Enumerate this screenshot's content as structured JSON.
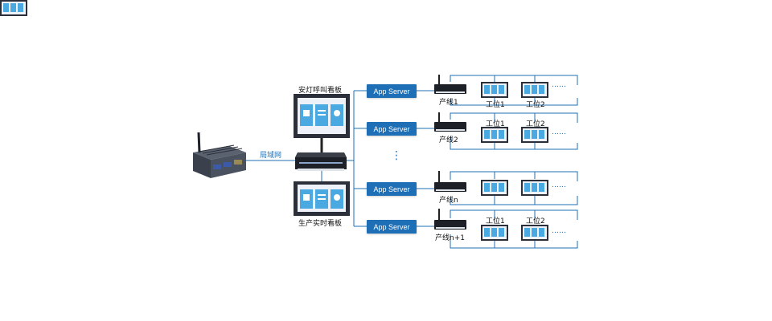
{
  "labels": {
    "lan": "局域网",
    "board_top": "安灯呼叫看板",
    "board_bottom": "生产实时看板",
    "app_server": "App Server",
    "lines": [
      "产线1",
      "产线2",
      "产线n",
      "产线n+1"
    ],
    "station1": "工位1",
    "station2": "工位2",
    "dots_h": "……",
    "dots_v": "⋮"
  },
  "colors": {
    "line": "#1f6fb6",
    "button": "#1f6fb6",
    "device": "#2a2f3a"
  }
}
